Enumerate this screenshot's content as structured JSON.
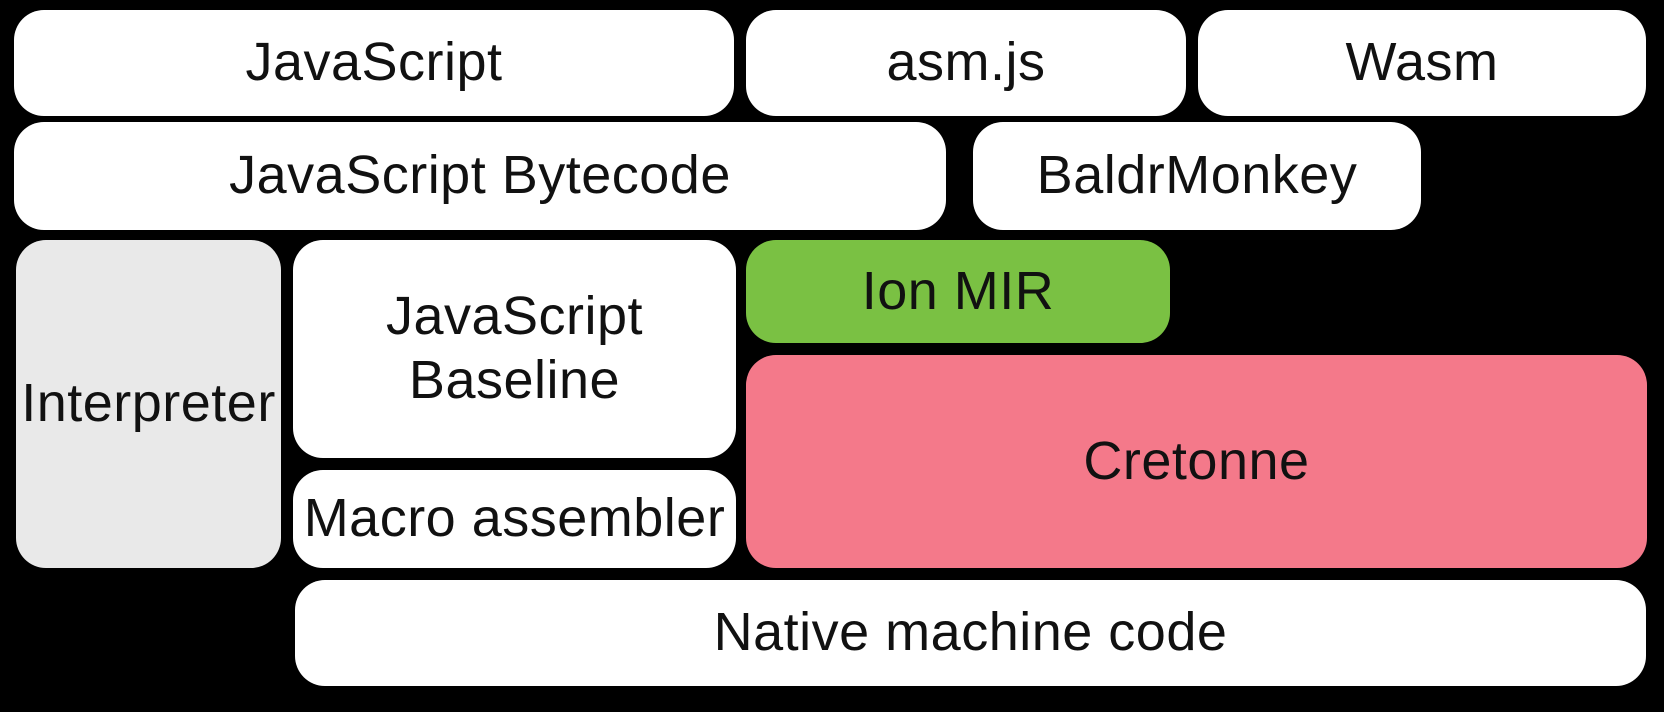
{
  "colors": {
    "bg": "#000000",
    "white": "#ffffff",
    "gray": "#e9e9e9",
    "green": "#7ac143",
    "pink": "#f4798a",
    "text": "#111111"
  },
  "boxes": {
    "javascript": {
      "label": "JavaScript"
    },
    "asmjs": {
      "label": "asm.js"
    },
    "wasm": {
      "label": "Wasm"
    },
    "bytecode": {
      "label": "JavaScript Bytecode"
    },
    "baldrmonkey": {
      "label": "BaldrMonkey"
    },
    "interpreter": {
      "label": "Interpreter"
    },
    "baseline": {
      "label": "JavaScript Baseline"
    },
    "ionmir": {
      "label": "Ion MIR"
    },
    "cretonne": {
      "label": "Cretonne"
    },
    "macro": {
      "label": "Macro assembler"
    },
    "native": {
      "label": "Native machine code"
    }
  }
}
